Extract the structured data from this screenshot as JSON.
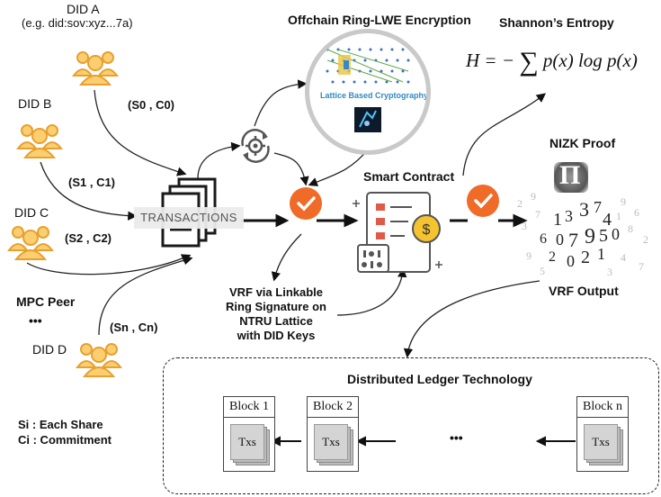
{
  "users": {
    "a_label": "DID A",
    "a_example": "(e.g. did:sov:xyz...7a)",
    "b_label": "DID B",
    "c_label": "DID C",
    "d_label": "DID D",
    "mpc_label": "MPC Peer",
    "ellipsis": "•••"
  },
  "shares": {
    "s0": "(S0 , C0)",
    "s1": "(S1 , C1)",
    "s2": "(S2 , C2)",
    "sn": "(Sn , Cn)"
  },
  "legend": {
    "si": "Si : Each Share",
    "ci": "Ci : Commitment"
  },
  "transactions_label": "TRANSACTIONS",
  "offchain": {
    "title": "Offchain Ring-LWE Encryption",
    "lattice_caption": "Lattice Based Cryptography"
  },
  "entropy": {
    "title": "Shannon’s Entropy",
    "formula_left": "H = −",
    "formula_sum": "∑",
    "formula_right": "p(x) log p(x)"
  },
  "smart_contract": "Smart Contract",
  "nizk": "NIZK Proof",
  "pi_symbol": "Π",
  "vrf_output": "VRF Output",
  "vrf_ring": [
    "VRF via Linkable",
    "Ring Signature on",
    "NTRU Lattice",
    "with DID Keys"
  ],
  "ledger": {
    "title": "Distributed Ledger Technology",
    "block1": "Block 1",
    "block2": "Block 2",
    "blockn": "Block n",
    "txs": "Txs",
    "ellipsis": "•••"
  },
  "colors": {
    "accent_orange": "#f06a28",
    "user_fill": "#fbcf70",
    "user_stroke": "#e8a030",
    "coin": "#f5c230"
  }
}
